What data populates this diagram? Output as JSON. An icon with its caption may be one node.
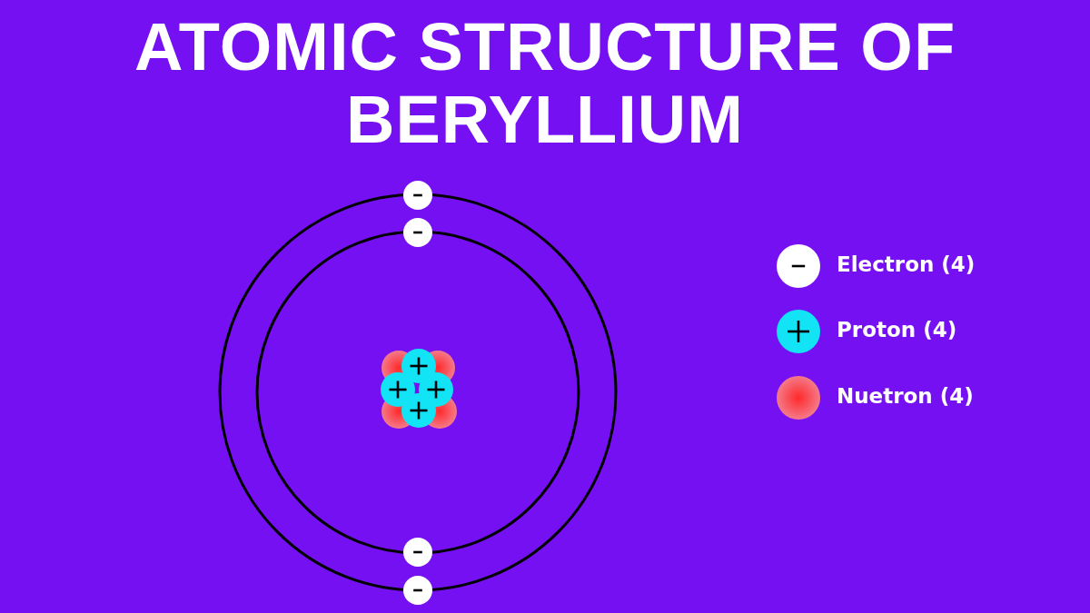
{
  "diagram": {
    "title": "ATOMIC STRUCTURE OF BERYLLIUM",
    "legend": [
      {
        "text": "Electron (4)"
      },
      {
        "text": "Proton (4)"
      },
      {
        "text": "Nuetron (4)"
      }
    ]
  }
}
